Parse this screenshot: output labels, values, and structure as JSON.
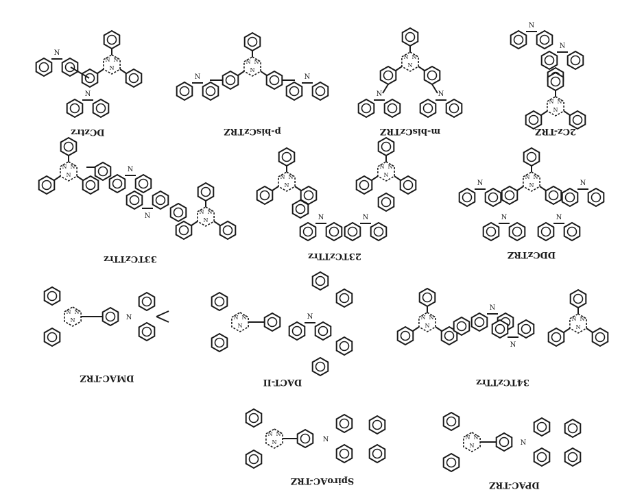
{
  "figure": {
    "compounds": [
      {
        "label": "DCztrz"
      },
      {
        "label": "p-bisCzTRZ"
      },
      {
        "label": "m-bisCzTRZ"
      },
      {
        "label": "2Cz-TRZ"
      },
      {
        "label": "33TCzTTrz"
      },
      {
        "label": "23TCzTTrz"
      },
      {
        "label": "DDCzTRZ"
      },
      {
        "label": "DMAC-TRZ"
      },
      {
        "label": "DACT-II"
      },
      {
        "label": "34TCzTTrz"
      },
      {
        "label": "SpiroAC-TRZ"
      },
      {
        "label": "DPAC-TRZ"
      }
    ],
    "atom_symbol": "N",
    "colors": {
      "ink": "#1a1a1a",
      "background": "#ffffff"
    }
  }
}
